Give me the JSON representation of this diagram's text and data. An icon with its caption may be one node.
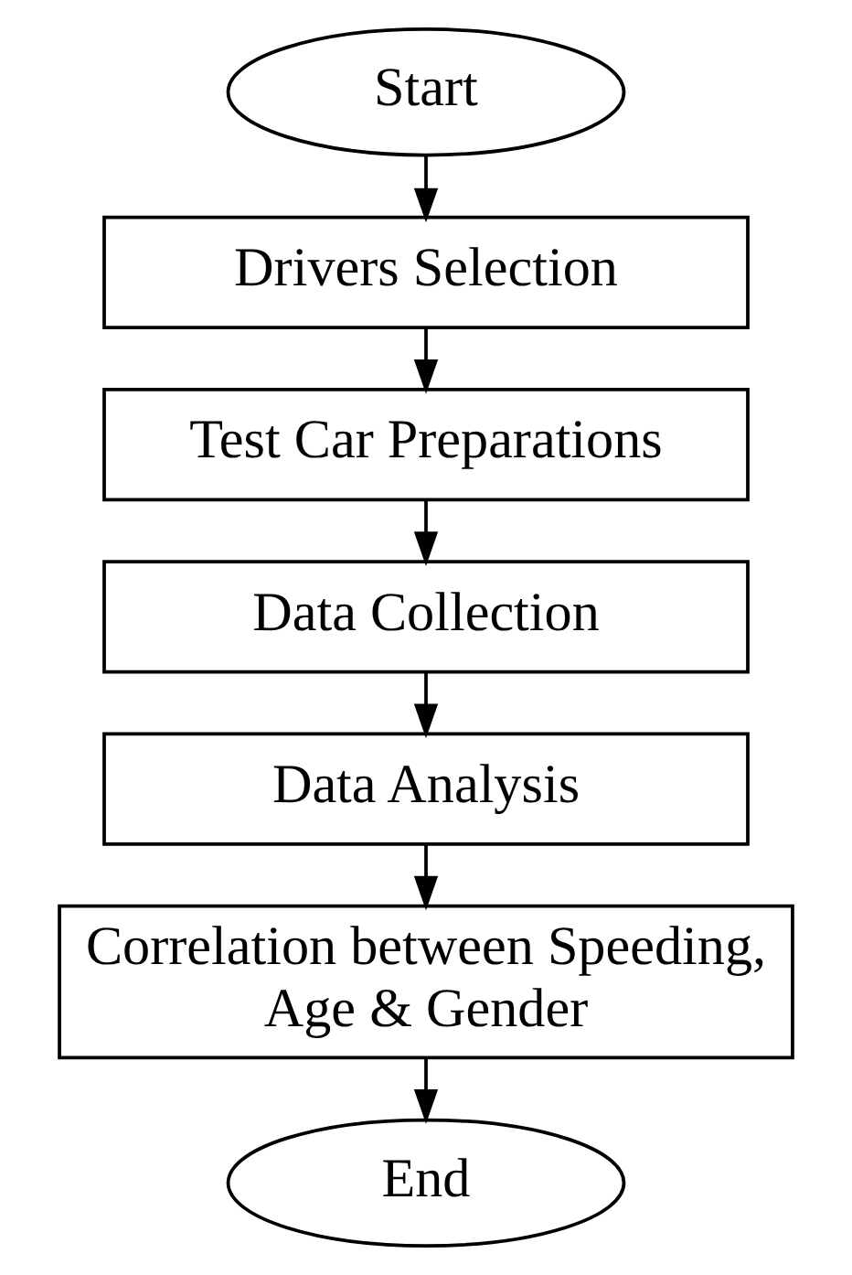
{
  "diagram": {
    "nodes": [
      {
        "text": [
          "Start"
        ]
      },
      {
        "text": [
          "Drivers Selection"
        ]
      },
      {
        "text": [
          "Test Car Preparations"
        ]
      },
      {
        "text": [
          "Data Collection"
        ]
      },
      {
        "text": [
          "Data Analysis"
        ]
      },
      {
        "text": [
          "Correlation between Speeding, Age & Gender"
        ]
      },
      {
        "text": [
          "End"
        ]
      }
    ],
    "edges": [
      {
        "from": 0,
        "to": 1,
        "arrow": "to"
      },
      {
        "from": 1,
        "to": 2,
        "arrow": "to"
      },
      {
        "from": 2,
        "to": 3,
        "arrow": "to"
      },
      {
        "from": 3,
        "to": 4,
        "arrow": "to"
      },
      {
        "from": 4,
        "to": 5,
        "arrow": "to"
      },
      {
        "from": 5,
        "to": 6,
        "arrow": "to"
      }
    ]
  }
}
